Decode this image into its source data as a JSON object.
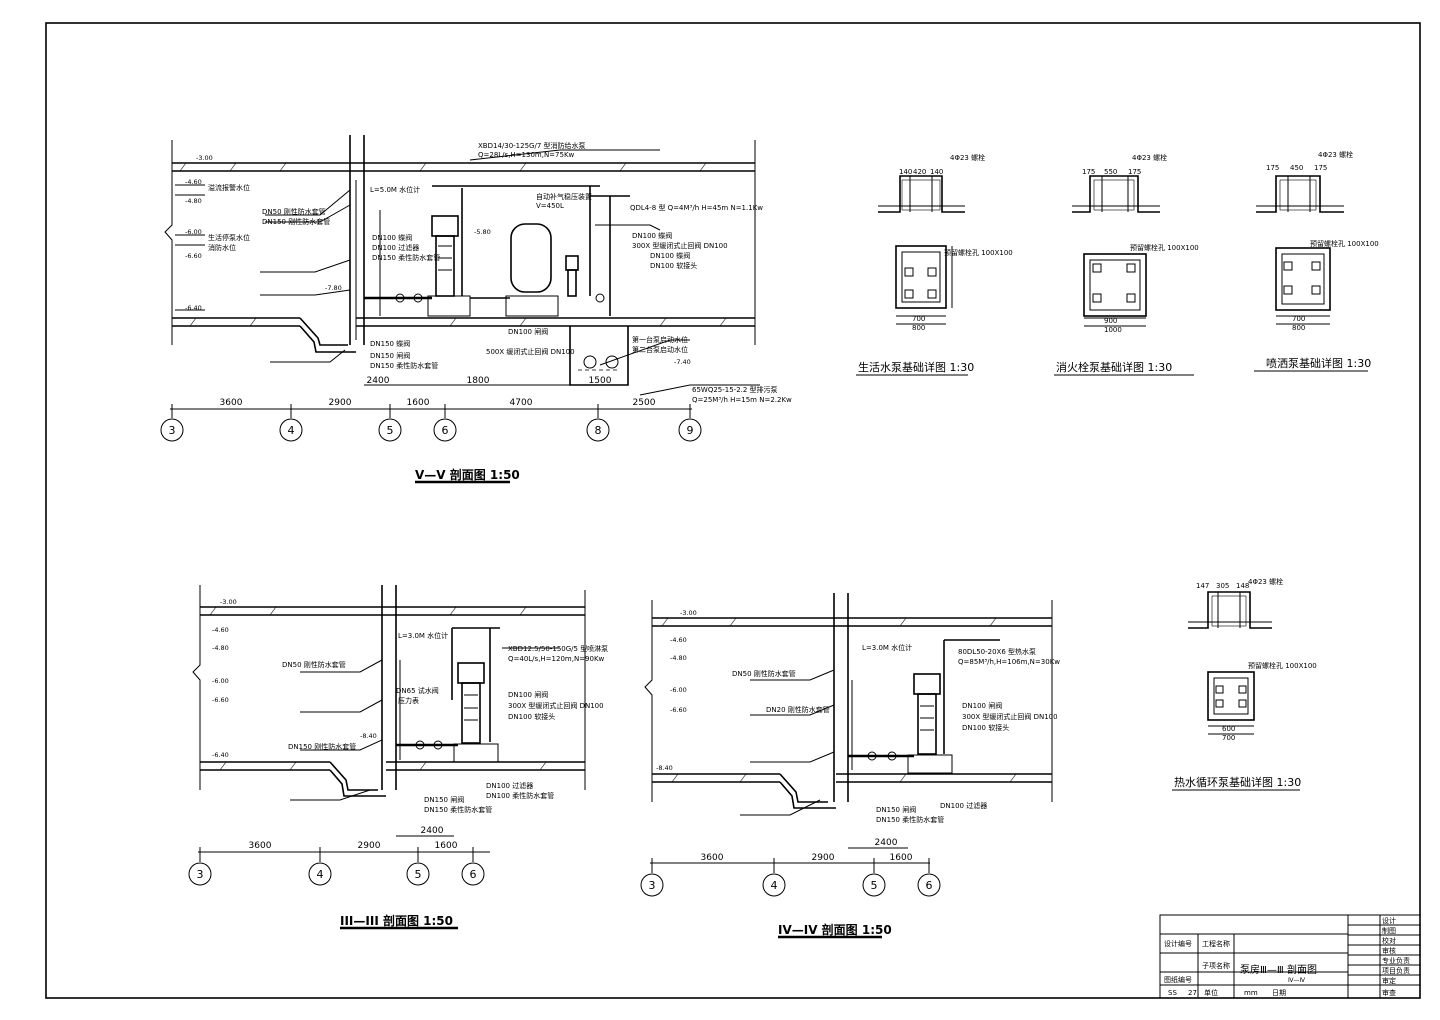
{
  "sections": {
    "v": {
      "title": "V—V 剖面图 1:50",
      "axis_labels": [
        "3",
        "4",
        "5",
        "6",
        "8",
        "9"
      ],
      "dims": [
        "3600",
        "2900",
        "1600",
        "4700",
        "2500"
      ],
      "sub_dims": [
        "2400",
        "1800",
        "1500"
      ],
      "notes": [
        "XBD14/30-125G/7 型消防给水泵",
        "Q=28L/s,H=130m,N=75Kw",
        "自动补气稳压装置",
        "V=450L",
        "QDL4-8 型 Q=4M³/h H=45m N=1.1Kw",
        "DN100 蝶阀",
        "300X 型缓闭式止回阀 DN100",
        "DN100 蝶阀",
        "DN100 软接头",
        "DN100 蝶阀",
        "DN100 过滤器",
        "DN150 柔性防水套管",
        "DN150 闸阀",
        "DN150 柔性防水套管",
        "DN100 闸阀",
        "DN150 蝶阀",
        "500X 缓闭式止回阀 DN100",
        "DN50 刚性防水套管",
        "DN150 刚性防水套管",
        "65WQ25-15-2.2 型排污泵",
        "Q=25M³/h H=15m N=2.2Kw",
        "第一台泵启动水位",
        "第二台泵启动水位",
        "L=5.0M 水位计",
        "溢流报警水位",
        "生活停泵水位",
        "消防水位"
      ],
      "levels": [
        "-3.00",
        "-4.60",
        "-4.80",
        "-6.00",
        "-6.60",
        "-6.40",
        "-7.80",
        "-5.80",
        "-7.40"
      ]
    },
    "iii": {
      "title": "III—III 剖面图 1:50",
      "axis_labels": [
        "3",
        "4",
        "5",
        "6"
      ],
      "dims": [
        "3600",
        "2900",
        "1600"
      ],
      "sub_dims": [
        "2400"
      ],
      "notes": [
        "XBD12.5/50-150G/5 型喷淋泵",
        "Q=40L/s,H=120m,N=90Kw",
        "DN100 闸阀",
        "300X 型缓闭式止回阀 DN100",
        "DN100 软接头",
        "DN100 过滤器",
        "DN150 闸阀",
        "DN150 柔性防水套管",
        "DN50 刚性防水套管",
        "DN150 刚性防水套管",
        "L=3.0M 水位计",
        "DN65 试水阀",
        "压力表",
        "DN100 柔性防水套管"
      ],
      "levels": [
        "-3.00",
        "-4.60",
        "-4.80",
        "-6.00",
        "-6.60",
        "-6.40",
        "-8.40"
      ]
    },
    "iv": {
      "title": "IV—IV 剖面图 1:50",
      "axis_labels": [
        "3",
        "4",
        "5",
        "6"
      ],
      "dims": [
        "3600",
        "2900",
        "1600"
      ],
      "sub_dims": [
        "2400"
      ],
      "notes": [
        "80DL50-20X6 型热水泵",
        "Q=85M³/h,H=106m,N=30Kw",
        "DN100 闸阀",
        "300X 型缓闭式止回阀 DN100",
        "DN100 软接头",
        "DN100 过滤器",
        "DN150 闸阀",
        "DN150 柔性防水套管",
        "DN50 刚性防水套管",
        "DN20 刚性防水套管",
        "L=3.0M 水位计"
      ],
      "levels": [
        "-3.00",
        "-4.60",
        "-4.80",
        "-6.00",
        "-6.60",
        "-8.40"
      ]
    }
  },
  "details": {
    "d1": {
      "title": "生活水泵基础详图 1:30",
      "dims": [
        "140",
        "420",
        "140",
        "700",
        "800"
      ],
      "note": "4Φ23 螺栓",
      "note2": "预留螺栓孔 100X100"
    },
    "d2": {
      "title": "消火栓泵基础详图 1:30",
      "dims": [
        "175",
        "550",
        "175",
        "900",
        "1000"
      ],
      "note": "4Φ23 螺栓",
      "note2": "预留螺栓孔 100X100"
    },
    "d3": {
      "title": "喷洒泵基础详图 1:30",
      "dims": [
        "175",
        "450",
        "175",
        "700",
        "800"
      ],
      "note": "4Φ23 螺栓",
      "note2": "预留螺栓孔 100X100"
    },
    "d4": {
      "title": "热水循环泵基础详图 1:30",
      "dims": [
        "147",
        "305",
        "148",
        "600",
        "700"
      ],
      "note": "4Φ23 螺栓",
      "note2": "预留螺栓孔 100X100"
    }
  },
  "title_block": {
    "row_labels": [
      "设计编号",
      "工程名称",
      "图纸编号",
      "子项名称"
    ],
    "drawing_title": "泵房Ⅲ—Ⅲ 剖面图",
    "sub_title": "Ⅳ—Ⅳ",
    "sheet_code": "SS",
    "sheet_no": "27",
    "unit_label": "单位",
    "unit": "mm",
    "date_label": "日期",
    "sign_labels": [
      "设计",
      "制图",
      "校对",
      "审核",
      "专业负责",
      "项目负责",
      "审定",
      "审查"
    ]
  }
}
